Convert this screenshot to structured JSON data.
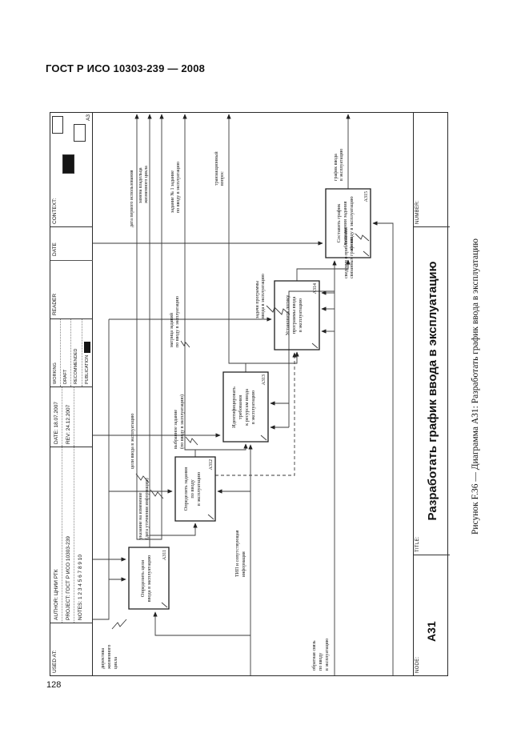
{
  "page": {
    "header": "ГОСТ Р ИСО 10303-239 — 2008",
    "page_number": "128",
    "caption": "Рисунок F.36 — Диаграмма А31: Разработать график ввода в эксплуатацию"
  },
  "form": {
    "used_at": "USED AT:",
    "author_label": "AUTHOR:",
    "author": "ЦНИИ РТК",
    "project_label": "PROJECT:",
    "project": "ГОСТ Р ИСО 10303-239",
    "notes_label": "NOTES:",
    "notes": "1 2 3 4 5 6 7 8 9 10",
    "date_label": "DATE:",
    "date": "18.07.2007",
    "rev_label": "REV:",
    "rev": "24.12.2007",
    "working": "WORKING",
    "draft": "DRAFT",
    "recommended": "RECOMMENDED",
    "publication": "PUBLICATION",
    "reader": "READER",
    "reader_date": "DATE",
    "context_label": "CONTEXT:",
    "context_node": "A3",
    "node_label": "NODE:",
    "node": "A31",
    "title_label": "TITLE:",
    "title": "Разработать график ввода в эксплуатацию",
    "number_label": "NUMBER:"
  },
  "diagram": {
    "boxes": {
      "a311": {
        "id": "A311",
        "l1": "Определить цели",
        "l2": "ввода в эксплуатацию"
      },
      "a312": {
        "id": "A312",
        "l1": "Определить задания",
        "l2": "по вводу",
        "l3": "в эксплуатацию"
      },
      "a313": {
        "id": "A313",
        "l1": "Идентифицировать",
        "l2": "требования",
        "l3": "к ресурсам ввода",
        "l4": "в эксплуатацию"
      },
      "a314": {
        "id": "A314",
        "l1": "Установить логику",
        "l2": "программы ввода",
        "l3": "в эксплуатацию"
      },
      "a315": {
        "id": "A315",
        "l1": "Составить график",
        "l2": "выполнения задания",
        "l3": "по вводу в эксплуатацию"
      }
    },
    "labels": {
      "first_use": {
        "l1": "дата первого использования"
      },
      "owner_change": {
        "l1": "замена владельца",
        "l2": "жизненного цикла"
      },
      "task1": {
        "l1": "задание № 1 задание",
        "l2": "по вводу в эксплуатацию"
      },
      "transaction": {
        "l1": "транзакционный",
        "l2": "вопрос"
      },
      "schedule": {
        "l1": "график ввода",
        "l2": "в эксплуатацию"
      },
      "directive": {
        "l1": "директива",
        "l2": "жизненного",
        "l3": "цикла"
      },
      "goals": {
        "l1": "цели ввода в эксплуатацию"
      },
      "change_note": {
        "l1": "указание на изменение",
        "l2": "(дата уточнения информации)"
      },
      "selected_task": {
        "l1": "выбранное задание",
        "l2": "(по вводу в эксплуатацию)"
      },
      "task_matrix": {
        "l1": "матрица заданий",
        "l2": "по вводу в эксплуатацию"
      },
      "program_tasks": {
        "l1": "задачи программы",
        "l2": "ввода в эксплуатацию"
      },
      "related": {
        "l1": "сведения о приближении",
        "l2": "связанных графиков"
      },
      "tip_info": {
        "l1": "ТИП и сопутствующая",
        "l2": "информация"
      },
      "feedback": {
        "l1": "обратная связь",
        "l2": "по вводу",
        "l3": "в эксплуатацию"
      }
    }
  }
}
